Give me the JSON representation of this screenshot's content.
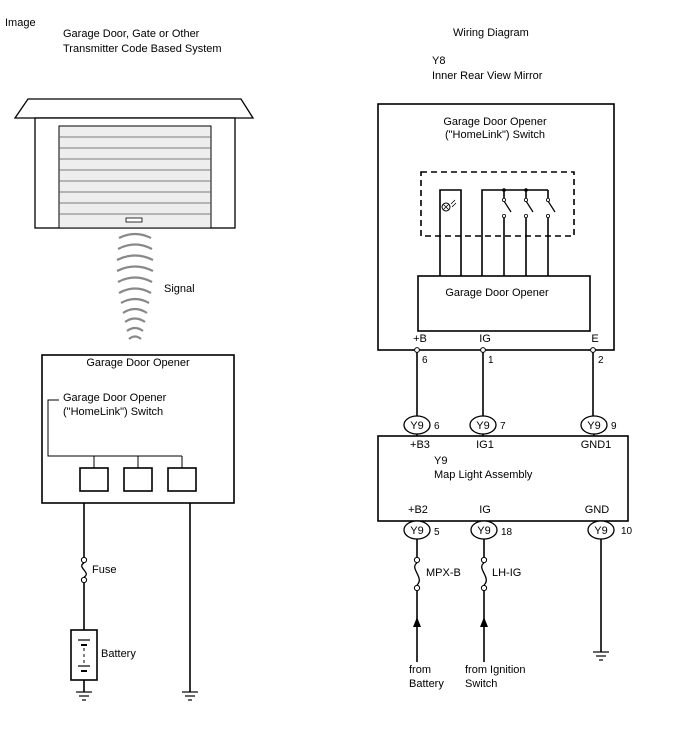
{
  "left": {
    "heading": "Image",
    "title_line1": "Garage Door, Gate or Other",
    "title_line2": "Transmitter Code Based System",
    "signal_label": "Signal",
    "opener_box_title": "Garage Door Opener",
    "switch_line1": "Garage Door Opener",
    "switch_line2": "(\"HomeLink\") Switch",
    "fuse_label": "Fuse",
    "battery_label": "Battery"
  },
  "right": {
    "heading": "Wiring Diagram",
    "mirror_code": "Y8",
    "mirror_name": "Inner Rear View Mirror",
    "switch_line1": "Garage Door Opener",
    "switch_line2": "(\"HomeLink\") Switch",
    "inner_box_label": "Garage Door Opener",
    "y8_terminals": [
      {
        "name": "+B",
        "pin": "6"
      },
      {
        "name": "IG",
        "pin": "1"
      },
      {
        "name": "E",
        "pin": "2"
      }
    ],
    "y9_upper_connectors": [
      {
        "code": "Y9",
        "pin": "6"
      },
      {
        "code": "Y9",
        "pin": "7"
      },
      {
        "code": "Y9",
        "pin": "9"
      }
    ],
    "map_light_top_terminals": [
      "+B3",
      "IG1",
      "GND1"
    ],
    "map_light_code": "Y9",
    "map_light_name": "Map Light Assembly",
    "map_light_bottom_terminals": [
      "+B2",
      "IG",
      "GND"
    ],
    "y9_lower_connectors": [
      {
        "code": "Y9",
        "pin": "5"
      },
      {
        "code": "Y9",
        "pin": "18"
      },
      {
        "code": "Y9",
        "pin": "10"
      }
    ],
    "fuse1_label": "MPX-B",
    "fuse2_label": "LH-IG",
    "source1_line1": "from",
    "source1_line2": "Battery",
    "source2_line1": "from Ignition",
    "source2_line2": "Switch"
  }
}
